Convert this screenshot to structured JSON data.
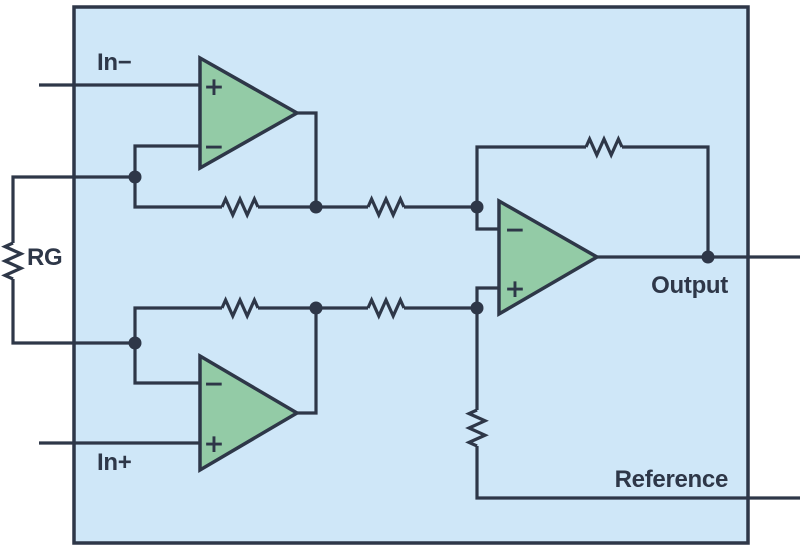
{
  "colors": {
    "canvas": "#ffffff",
    "box_fill": "#cfe7f8",
    "box_stroke": "#2e3748",
    "wire": "#2e3748",
    "opamp_fill": "#93cba6",
    "text": "#2e3748"
  },
  "labels": {
    "in_minus": "In−",
    "in_plus": "In+",
    "gain_resistor": "RG",
    "output": "Output",
    "reference": "Reference"
  },
  "opamps": {
    "input_top": {
      "noninverting_sign": "+",
      "inverting_sign": "−"
    },
    "input_bottom": {
      "inverting_sign": "−",
      "noninverting_sign": "+"
    },
    "difference": {
      "inverting_sign": "−",
      "noninverting_sign": "+"
    }
  }
}
